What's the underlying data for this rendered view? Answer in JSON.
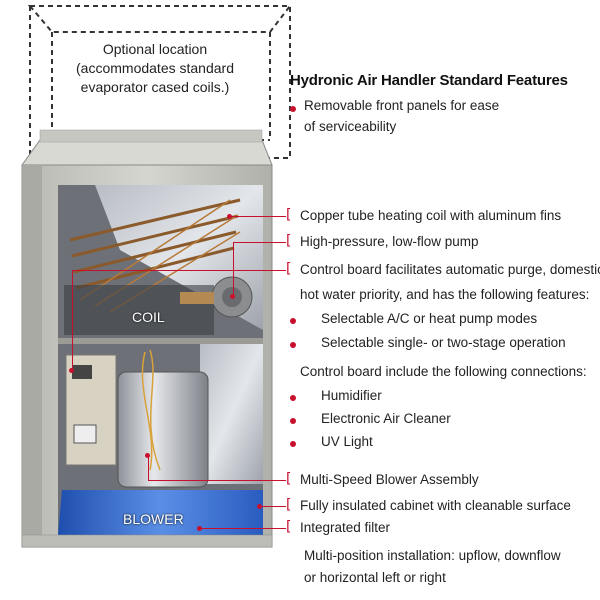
{
  "optional_location": {
    "line1": "Optional location",
    "line2": "(accommodates standard",
    "line3": "evaporator cased coils.)"
  },
  "heading": "Hydronic Air Handler Standard Features",
  "features": {
    "f1a": "Removable front panels for ease",
    "f1b": "of serviceability",
    "f2": "Copper tube heating coil with aluminum fins",
    "f3": "High-pressure, low-flow pump",
    "f4a": "Control board facilitates automatic purge, domestic",
    "f4b": "hot water priority, and has the following features:",
    "f5": "Selectable A/C or heat pump modes",
    "f6": "Selectable single- or two-stage operation",
    "f7": "Control board include the following connections:",
    "f8": "Humidifier",
    "f9": "Electronic Air Cleaner",
    "f10": "UV Light",
    "f11": "Multi-Speed Blower Assembly",
    "f12": "Fully insulated cabinet with cleanable surface",
    "f13": "Integrated filter",
    "f14a": "Multi-position installation: upflow, downflow",
    "f14b": "or horizontal left or right"
  },
  "unit_labels": {
    "coil": "COIL",
    "blower": "BLOWER"
  },
  "colors": {
    "accent": "#c8102e",
    "cabinet": "#c9c9c4",
    "filter": "#2b63c9"
  }
}
